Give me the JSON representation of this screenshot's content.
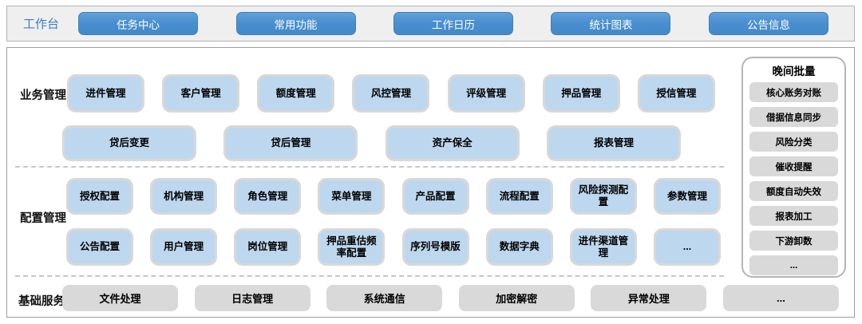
{
  "colors": {
    "button_blue": "#4D96D2",
    "module_blue": "#BDD7EE",
    "box_gray": "#D9D9D9",
    "workbench_label_blue": "#3D7EBF",
    "panel_border": "#9E9E9E"
  },
  "topbar": {
    "label": "工作台",
    "buttons": [
      "任务中心",
      "常用功能",
      "工作日历",
      "统计图表",
      "公告信息"
    ]
  },
  "sections": {
    "business": {
      "label": "业务管理",
      "row1": [
        "进件管理",
        "客户管理",
        "额度管理",
        "风控管理",
        "评级管理",
        "押品管理",
        "授信管理"
      ],
      "row2": [
        "贷后变更",
        "贷后管理",
        "资产保全",
        "报表管理"
      ]
    },
    "config": {
      "label": "配置管理",
      "row1": [
        "授权配置",
        "机构管理",
        "角色管理",
        "菜单管理",
        "产品配置",
        "流程配置",
        "风险探测配置",
        "参数管理"
      ],
      "row2": [
        "公告配置",
        "用户管理",
        "岗位管理",
        "押品重估频率配置",
        "序列号模版",
        "数据字典",
        "进件渠道管理",
        "..."
      ]
    },
    "base": {
      "label": "基础服务",
      "row": [
        "文件处理",
        "日志管理",
        "系统通信",
        "加密解密",
        "异常处理",
        "..."
      ]
    },
    "night_batch": {
      "title": "晚间批量",
      "items": [
        "核心账务对账",
        "借据信息同步",
        "风险分类",
        "催收提醒",
        "额度自动失效",
        "报表加工",
        "下游卸数",
        "..."
      ]
    }
  }
}
